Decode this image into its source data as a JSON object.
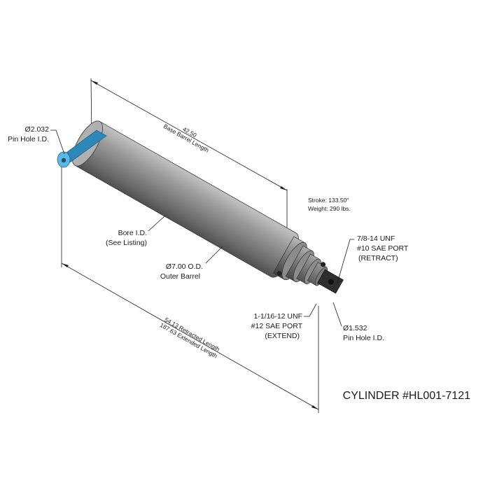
{
  "title": "CYLINDER #HL001-7121",
  "specs": {
    "stroke": "Stroke: 133.50\"",
    "weight": "Weight: 290 lbs."
  },
  "dimensions": {
    "base_barrel_value": "42.50",
    "base_barrel_label": "Base Barrel Length",
    "retracted": "54.13 Retracted Length",
    "extended": "187.63 Extended Length"
  },
  "callouts": {
    "pin_hole_top_dia": "Ø2.032",
    "pin_hole_top_label": "Pin Hole I.D.",
    "bore_line1": "Bore I.D.",
    "bore_line2": "(See Listing)",
    "outer_line1": "Ø7.00 O.D.",
    "outer_line2": "Outer Barrel",
    "retract_line1": "7/8-14 UNF",
    "retract_line2": "#10 SAE PORT",
    "retract_line3": "(RETRACT)",
    "extend_line1": "1-1/16-12 UNF",
    "extend_line2": "#12 SAE PORT",
    "extend_line3": "(EXTEND)",
    "pin_hole_bottom_dia": "Ø1.532",
    "pin_hole_bottom_label": "Pin Hole I.D."
  },
  "colors": {
    "barrel": "#8a8a8a",
    "pin_mount": "#4aa8d8",
    "line": "#1a1a1a"
  }
}
